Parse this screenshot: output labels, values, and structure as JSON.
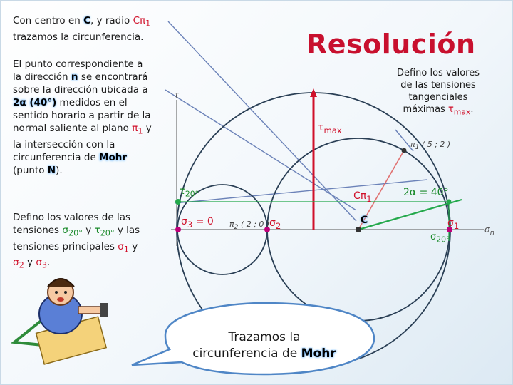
{
  "slide_title": "Resolución",
  "text_block_1": {
    "line1_pre": "Con centro en ",
    "line1_c": "C",
    "line1_mid": ", y radio ",
    "line1_sym": "Cπ",
    "line1_sub": "1",
    "line2": "trazamos la circunferencia."
  },
  "text_block_2": {
    "l1": "El punto correspondiente a",
    "l2_pre": "la dirección ",
    "l2_n": "n",
    "l2_post": " se encontrará",
    "l3": "sobre la dirección ubicada a",
    "l4_angle": "2α (40°)",
    "l4_post": " medidos en el",
    "l5": "sentido horario a partir de la",
    "l6_pre": "normal saliente al plano ",
    "l6_sym": "π",
    "l6_sub": "1",
    "l6_post": " y",
    "l7": "la intersección con la",
    "l8_pre": "circunferencia de ",
    "l8_mohr": "Mohr",
    "l9_pre": "(punto ",
    "l9_n": "N",
    "l9_post": ")."
  },
  "text_block_3": {
    "l1": "Defino los valores de las",
    "l2_pre": "tensiones ",
    "l2_s": "σ",
    "l2_s_sub": "20°",
    "l2_mid": " y ",
    "l2_t": "τ",
    "l2_t_sub": "20°",
    "l2_post": " y las",
    "l3_pre": "tensiones principales ",
    "l3_s1": "σ",
    "l3_s1_sub": "1",
    "l3_post": " y",
    "l4_s2": "σ",
    "l4_s2_sub": "2",
    "l4_mid": " y ",
    "l4_s3": "σ",
    "l4_s3_sub": "3",
    "l4_post": "."
  },
  "right_text": {
    "l1": "Defino los valores",
    "l2": "de las tensiones",
    "l3": "tangenciales",
    "l4_pre": "máximas ",
    "l4_sym": "τ",
    "l4_sub": "max",
    "l4_post": "."
  },
  "diagram_labels": {
    "tau_axis": "τ",
    "sigma_axis": "σ",
    "sigma_axis_sub": "n",
    "tau_max": "τ",
    "tau_max_sub": "max",
    "c_pi1": "Cπ",
    "c_pi1_sub": "1",
    "two_alpha": "2α = 40°",
    "center_c": "C",
    "sigma1": "σ",
    "sigma1_sub": "1",
    "sigma20": "σ",
    "sigma20_sub": "20°",
    "tau20": "τ",
    "tau20_sub": "20°",
    "sigma3": "σ",
    "sigma3_sub": "3",
    "sigma3_post": " = 0",
    "pi2_label": "π",
    "pi2_sub": "2",
    "pi2_coords": " ( 2 ; 0 )",
    "sigma2": "σ",
    "sigma2_sub": "2",
    "pi1_label": "π",
    "pi1_sub": "1",
    "pi1_coords": " ( 5 ; 2 )"
  },
  "bubble": {
    "line1": "Trazamos la",
    "line2_pre": "circunferencia de ",
    "line2_mohr": "Mohr"
  },
  "colors": {
    "title": "#c8102e",
    "circle": "#2a3f55",
    "pointer_lines": "#6b82b8",
    "tau_max_line": "#d0102a",
    "green_line": "#22a84a",
    "sigma_marks": "#c0007a"
  }
}
